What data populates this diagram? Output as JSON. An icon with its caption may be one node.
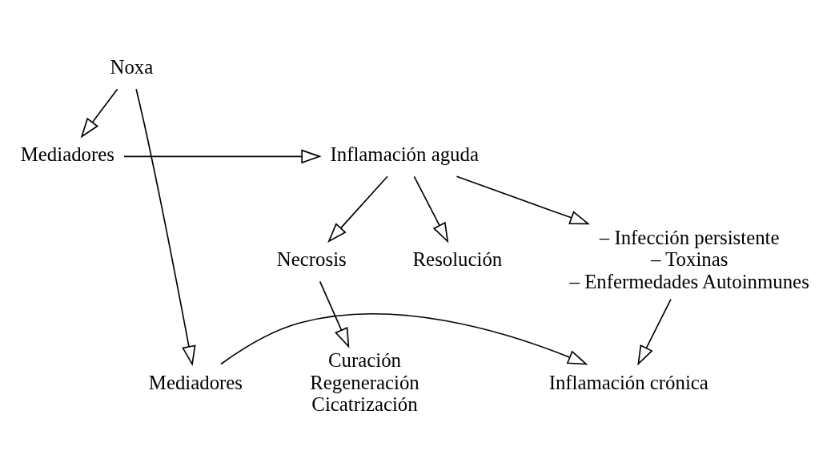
{
  "diagram": {
    "nodes": [
      {
        "text": [
          "Noxa"
        ]
      },
      {
        "text": [
          "Mediadores"
        ]
      },
      {
        "text": [
          "Inflamación aguda"
        ]
      },
      {
        "text": [
          "Resolución"
        ]
      },
      {
        "text": [
          "Necrosis"
        ]
      },
      {
        "text": [
          "– Infección persistente",
          "– Toxinas",
          "– Enfermedades Autoinmunes"
        ]
      },
      {
        "text": [
          "Curación",
          "Regeneración",
          "Cicatrización"
        ]
      },
      {
        "text": [
          "Mediadores"
        ]
      },
      {
        "text": [
          "Inflamación crónica"
        ]
      }
    ],
    "edges": [
      {
        "from": 0,
        "to": 1,
        "arrow": "to"
      },
      {
        "from": 0,
        "to": 7,
        "arrow": "to"
      },
      {
        "from": 1,
        "to": 2,
        "arrow": "to"
      },
      {
        "from": 2,
        "to": 3,
        "arrow": "to"
      },
      {
        "from": 2,
        "to": 4,
        "arrow": "to"
      },
      {
        "from": 2,
        "to": 5,
        "arrow": "to"
      },
      {
        "from": 4,
        "to": 6,
        "arrow": "to"
      },
      {
        "from": 5,
        "to": 8,
        "arrow": "to"
      },
      {
        "from": 7,
        "to": 8,
        "arrow": "to"
      }
    ]
  }
}
